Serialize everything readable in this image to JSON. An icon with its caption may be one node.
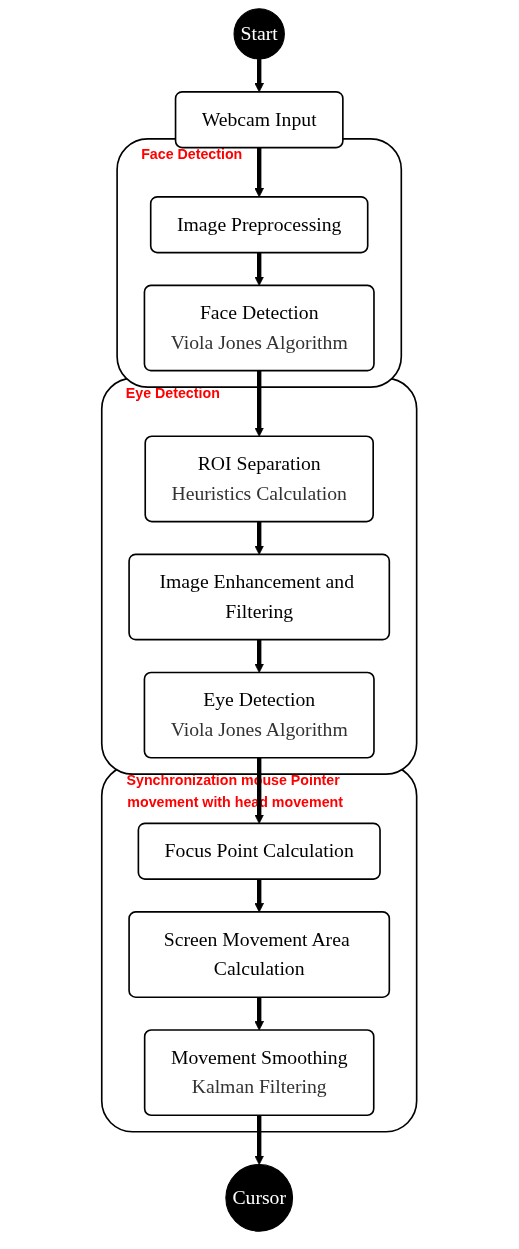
{
  "diagram": {
    "nodes": [
      {
        "text": [
          "Start"
        ]
      },
      {
        "text": [
          "Webcam Input"
        ]
      },
      {
        "text": [
          "Face Detection"
        ]
      },
      {
        "text": [
          "Image Preprocessing"
        ],
        "in": 2
      },
      {
        "text": [
          "Face Detection",
          "Viola Jones Algorithm"
        ],
        "in": 2
      },
      {
        "text": [
          "Eye Detection"
        ]
      },
      {
        "text": [
          "ROI Separation",
          "Heuristics Calculation"
        ],
        "in": 5
      },
      {
        "text": [
          "Image Enhancement and Filtering"
        ],
        "in": 5
      },
      {
        "text": [
          "Eye Detection",
          "Viola Jones Algorithm"
        ],
        "in": 5
      },
      {
        "text": [
          "Synchronization mouse Pointer movement with head movement"
        ]
      },
      {
        "text": [
          "Focus Point Calculation"
        ],
        "in": 9
      },
      {
        "text": [
          "Screen Movement Area Calculation"
        ],
        "in": 9
      },
      {
        "text": [
          "Movement Smoothing",
          "Kalman Filtering"
        ],
        "in": 9
      },
      {
        "text": [
          "Cursor"
        ]
      }
    ],
    "edges": [
      {
        "from": 0,
        "to": 1,
        "arrow": "to"
      },
      {
        "from": 1,
        "to": 3,
        "arrow": "to"
      },
      {
        "from": 3,
        "to": 4,
        "arrow": "to"
      },
      {
        "from": 4,
        "to": 6,
        "arrow": "to"
      },
      {
        "from": 6,
        "to": 7,
        "arrow": "to"
      },
      {
        "from": 7,
        "to": 8,
        "arrow": "to"
      },
      {
        "from": 8,
        "to": 10,
        "arrow": "to"
      },
      {
        "from": 10,
        "to": 11,
        "arrow": "to"
      },
      {
        "from": 11,
        "to": 12,
        "arrow": "to"
      },
      {
        "from": 12,
        "to": 13,
        "arrow": "to"
      }
    ]
  }
}
